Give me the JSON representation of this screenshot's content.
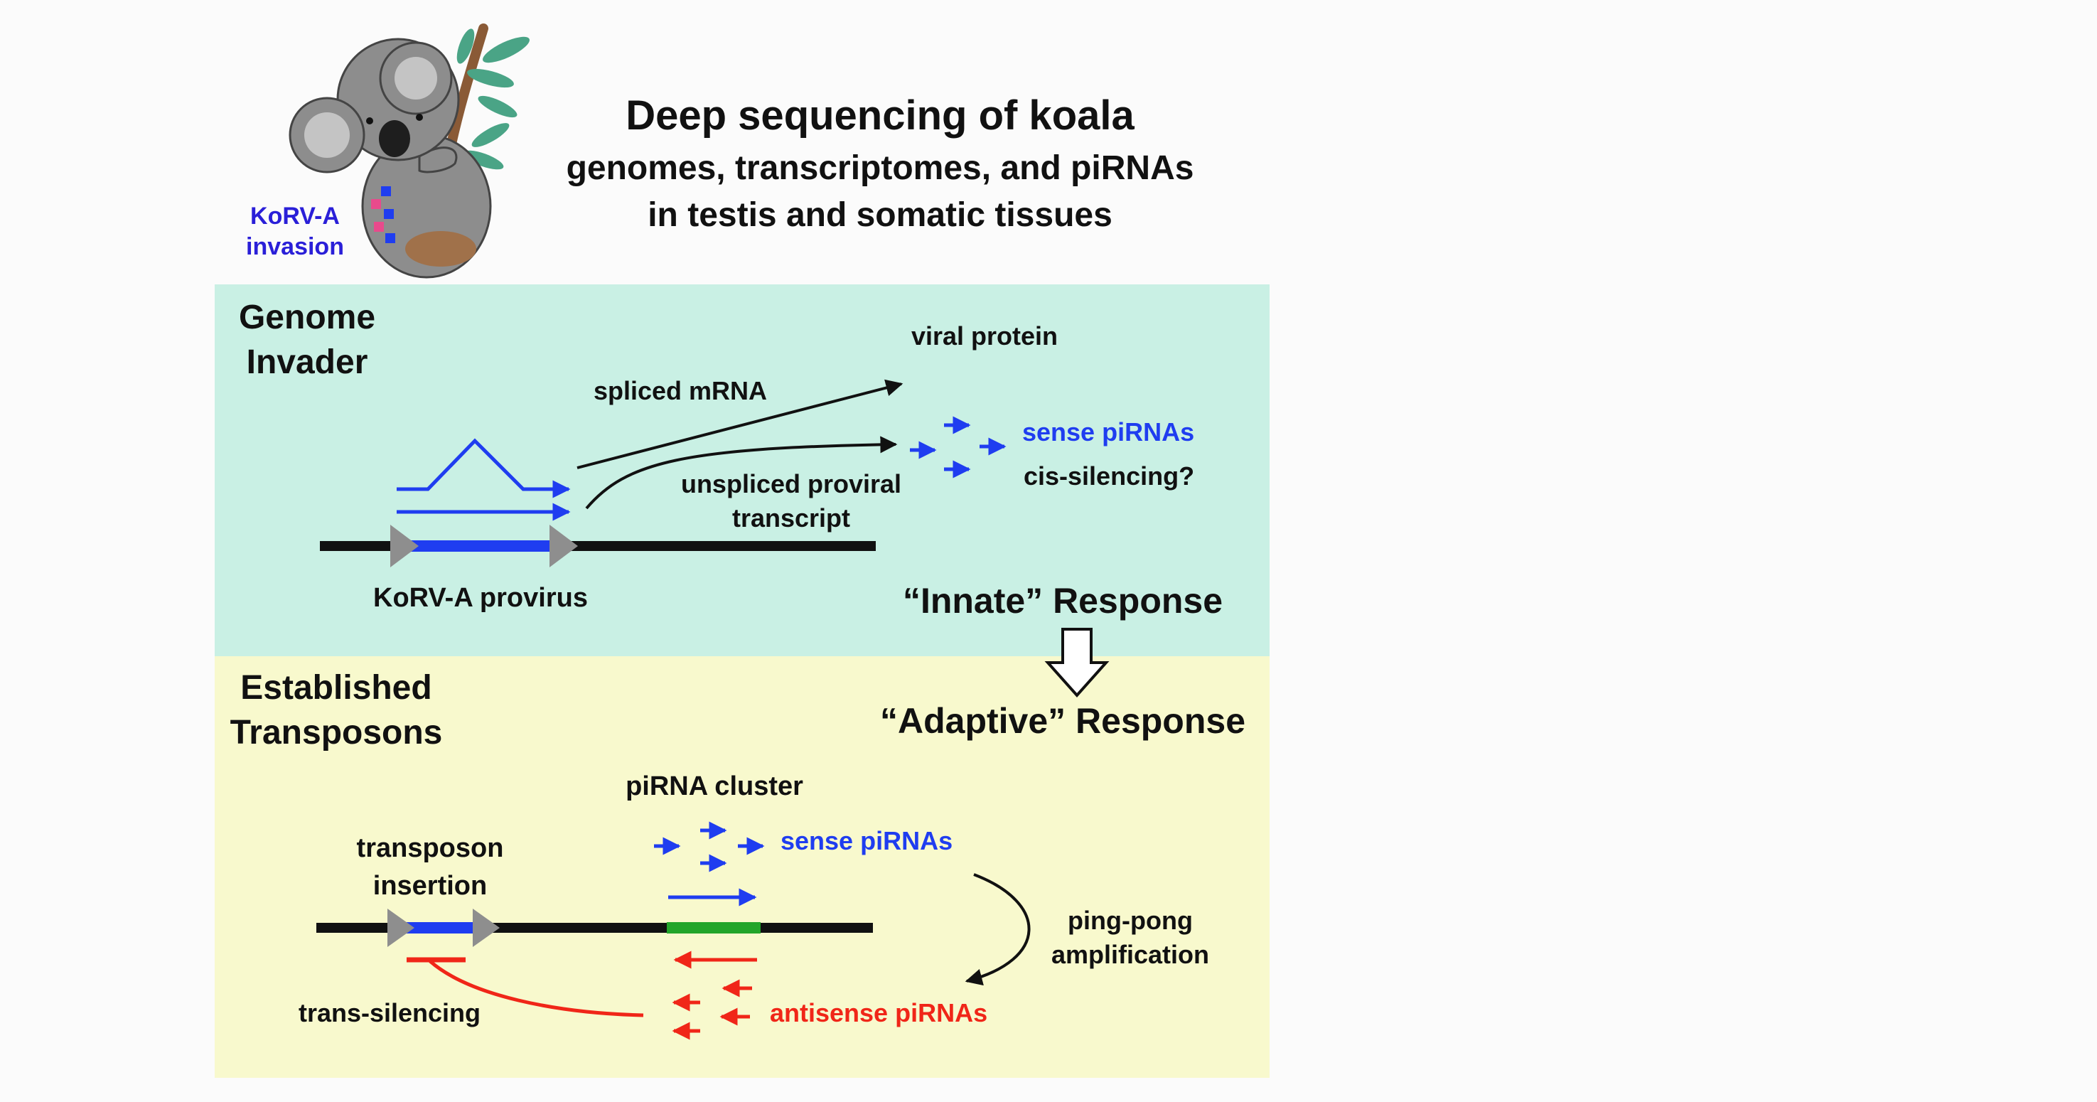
{
  "header": {
    "title_line1": "Deep sequencing of koala",
    "title_line2": "genomes, transcriptomes, and piRNAs",
    "title_line3": "in testis and somatic tissues",
    "koala_label_line1": "KoRV-A",
    "koala_label_line2": "invasion"
  },
  "top_panel": {
    "heading_line1": "Genome",
    "heading_line2": "Invader",
    "viral_protein": "viral protein",
    "spliced_mrna": "spliced mRNA",
    "unspliced_line1": "unspliced proviral",
    "unspliced_line2": "transcript",
    "sense_pirnas": "sense piRNAs",
    "cis_silencing": "cis-silencing?",
    "provirus_label": "KoRV-A provirus",
    "innate_response": "“Innate” Response"
  },
  "bottom_panel": {
    "heading_line1": "Established",
    "heading_line2": "Transposons",
    "adaptive_response": "“Adaptive” Response",
    "pirna_cluster": "piRNA cluster",
    "insertion_line1": "transposon",
    "insertion_line2": "insertion",
    "sense_pirnas": "sense piRNAs",
    "pingpong_line1": "ping-pong",
    "pingpong_line2": "amplification",
    "trans_silencing": "trans-silencing",
    "antisense_pirnas": "antisense piRNAs"
  },
  "colors": {
    "top_panel_bg": "#c9f0e4",
    "bottom_panel_bg": "#f8f9cd",
    "sense_blue": "#1f3df0",
    "antisense_red": "#f02618",
    "cluster_green": "#22a52a",
    "ltr_gray": "#8e8e8e",
    "koala_label_blue": "#2a1fd8"
  }
}
